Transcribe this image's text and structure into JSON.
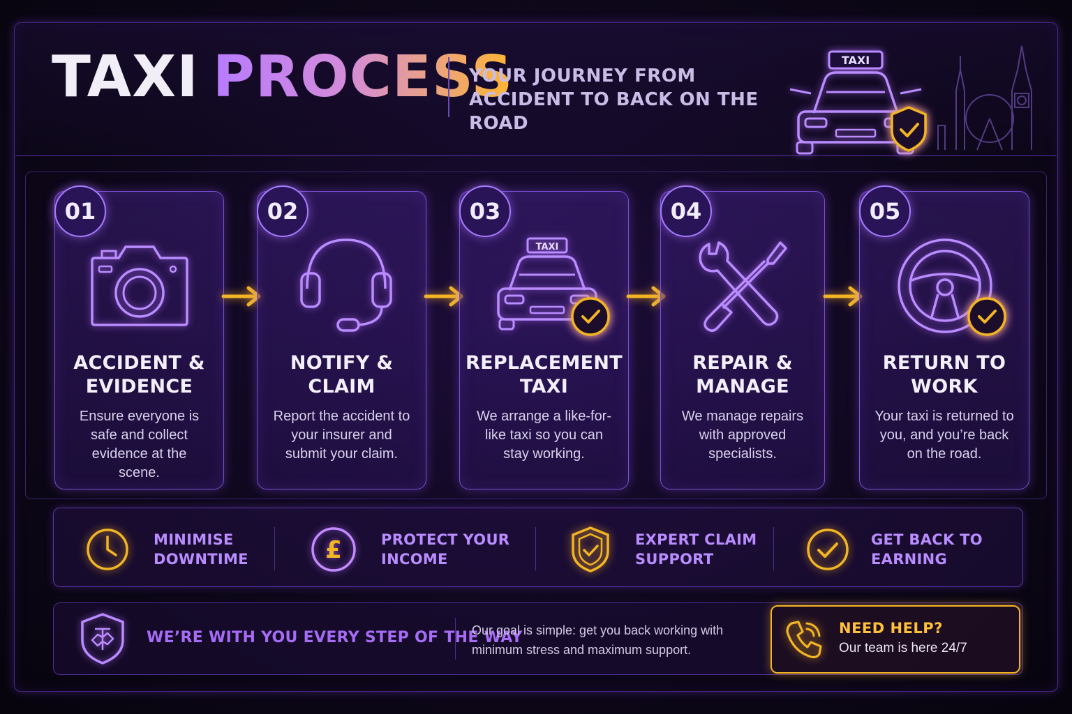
{
  "header": {
    "title_word1": "TAXI",
    "title_word2": "PROCESS",
    "subtitle": "YOUR JOURNEY FROM ACCIDENT TO BACK ON THE ROAD",
    "taxi_sign": "TAXI"
  },
  "steps": [
    {
      "number": "01",
      "title": "ACCIDENT & EVIDENCE",
      "description": "Ensure everyone is safe and collect evidence at the scene.",
      "icon": "camera-icon"
    },
    {
      "number": "02",
      "title": "NOTIFY & CLAIM",
      "description": "Report the accident to your insurer and submit your claim.",
      "icon": "headset-icon"
    },
    {
      "number": "03",
      "title": "REPLACEMENT TAXI",
      "description": "We arrange a like-for-like taxi so you can stay working.",
      "icon": "taxi-check-icon",
      "sign": "TAXI"
    },
    {
      "number": "04",
      "title": "REPAIR & MANAGE",
      "description": "We manage repairs with approved specialists.",
      "icon": "wrench-screwdriver-icon"
    },
    {
      "number": "05",
      "title": "RETURN TO WORK",
      "description": "Your taxi is returned to you, and you’re back on the road.",
      "icon": "steering-wheel-check-icon"
    }
  ],
  "benefits": [
    {
      "label": "MINIMISE DOWNTIME",
      "icon": "clock-icon"
    },
    {
      "label": "PROTECT YOUR INCOME",
      "icon": "pound-icon",
      "glyph": "£"
    },
    {
      "label": "EXPERT CLAIM SUPPORT",
      "icon": "shield-check-icon"
    },
    {
      "label": "GET BACK TO EARNING",
      "icon": "check-circle-icon"
    }
  ],
  "footer": {
    "tagline": "WE’RE WITH YOU EVERY STEP OF THE WAY",
    "text": "Our goal is simple: get you back working with minimum stress and maximum support.",
    "help_title": "NEED HELP?",
    "help_subtitle": "Our team is here 24/7"
  },
  "colors": {
    "accent_purple": "#a57cff",
    "accent_yellow": "#f3b523",
    "background": "#0d0719"
  }
}
